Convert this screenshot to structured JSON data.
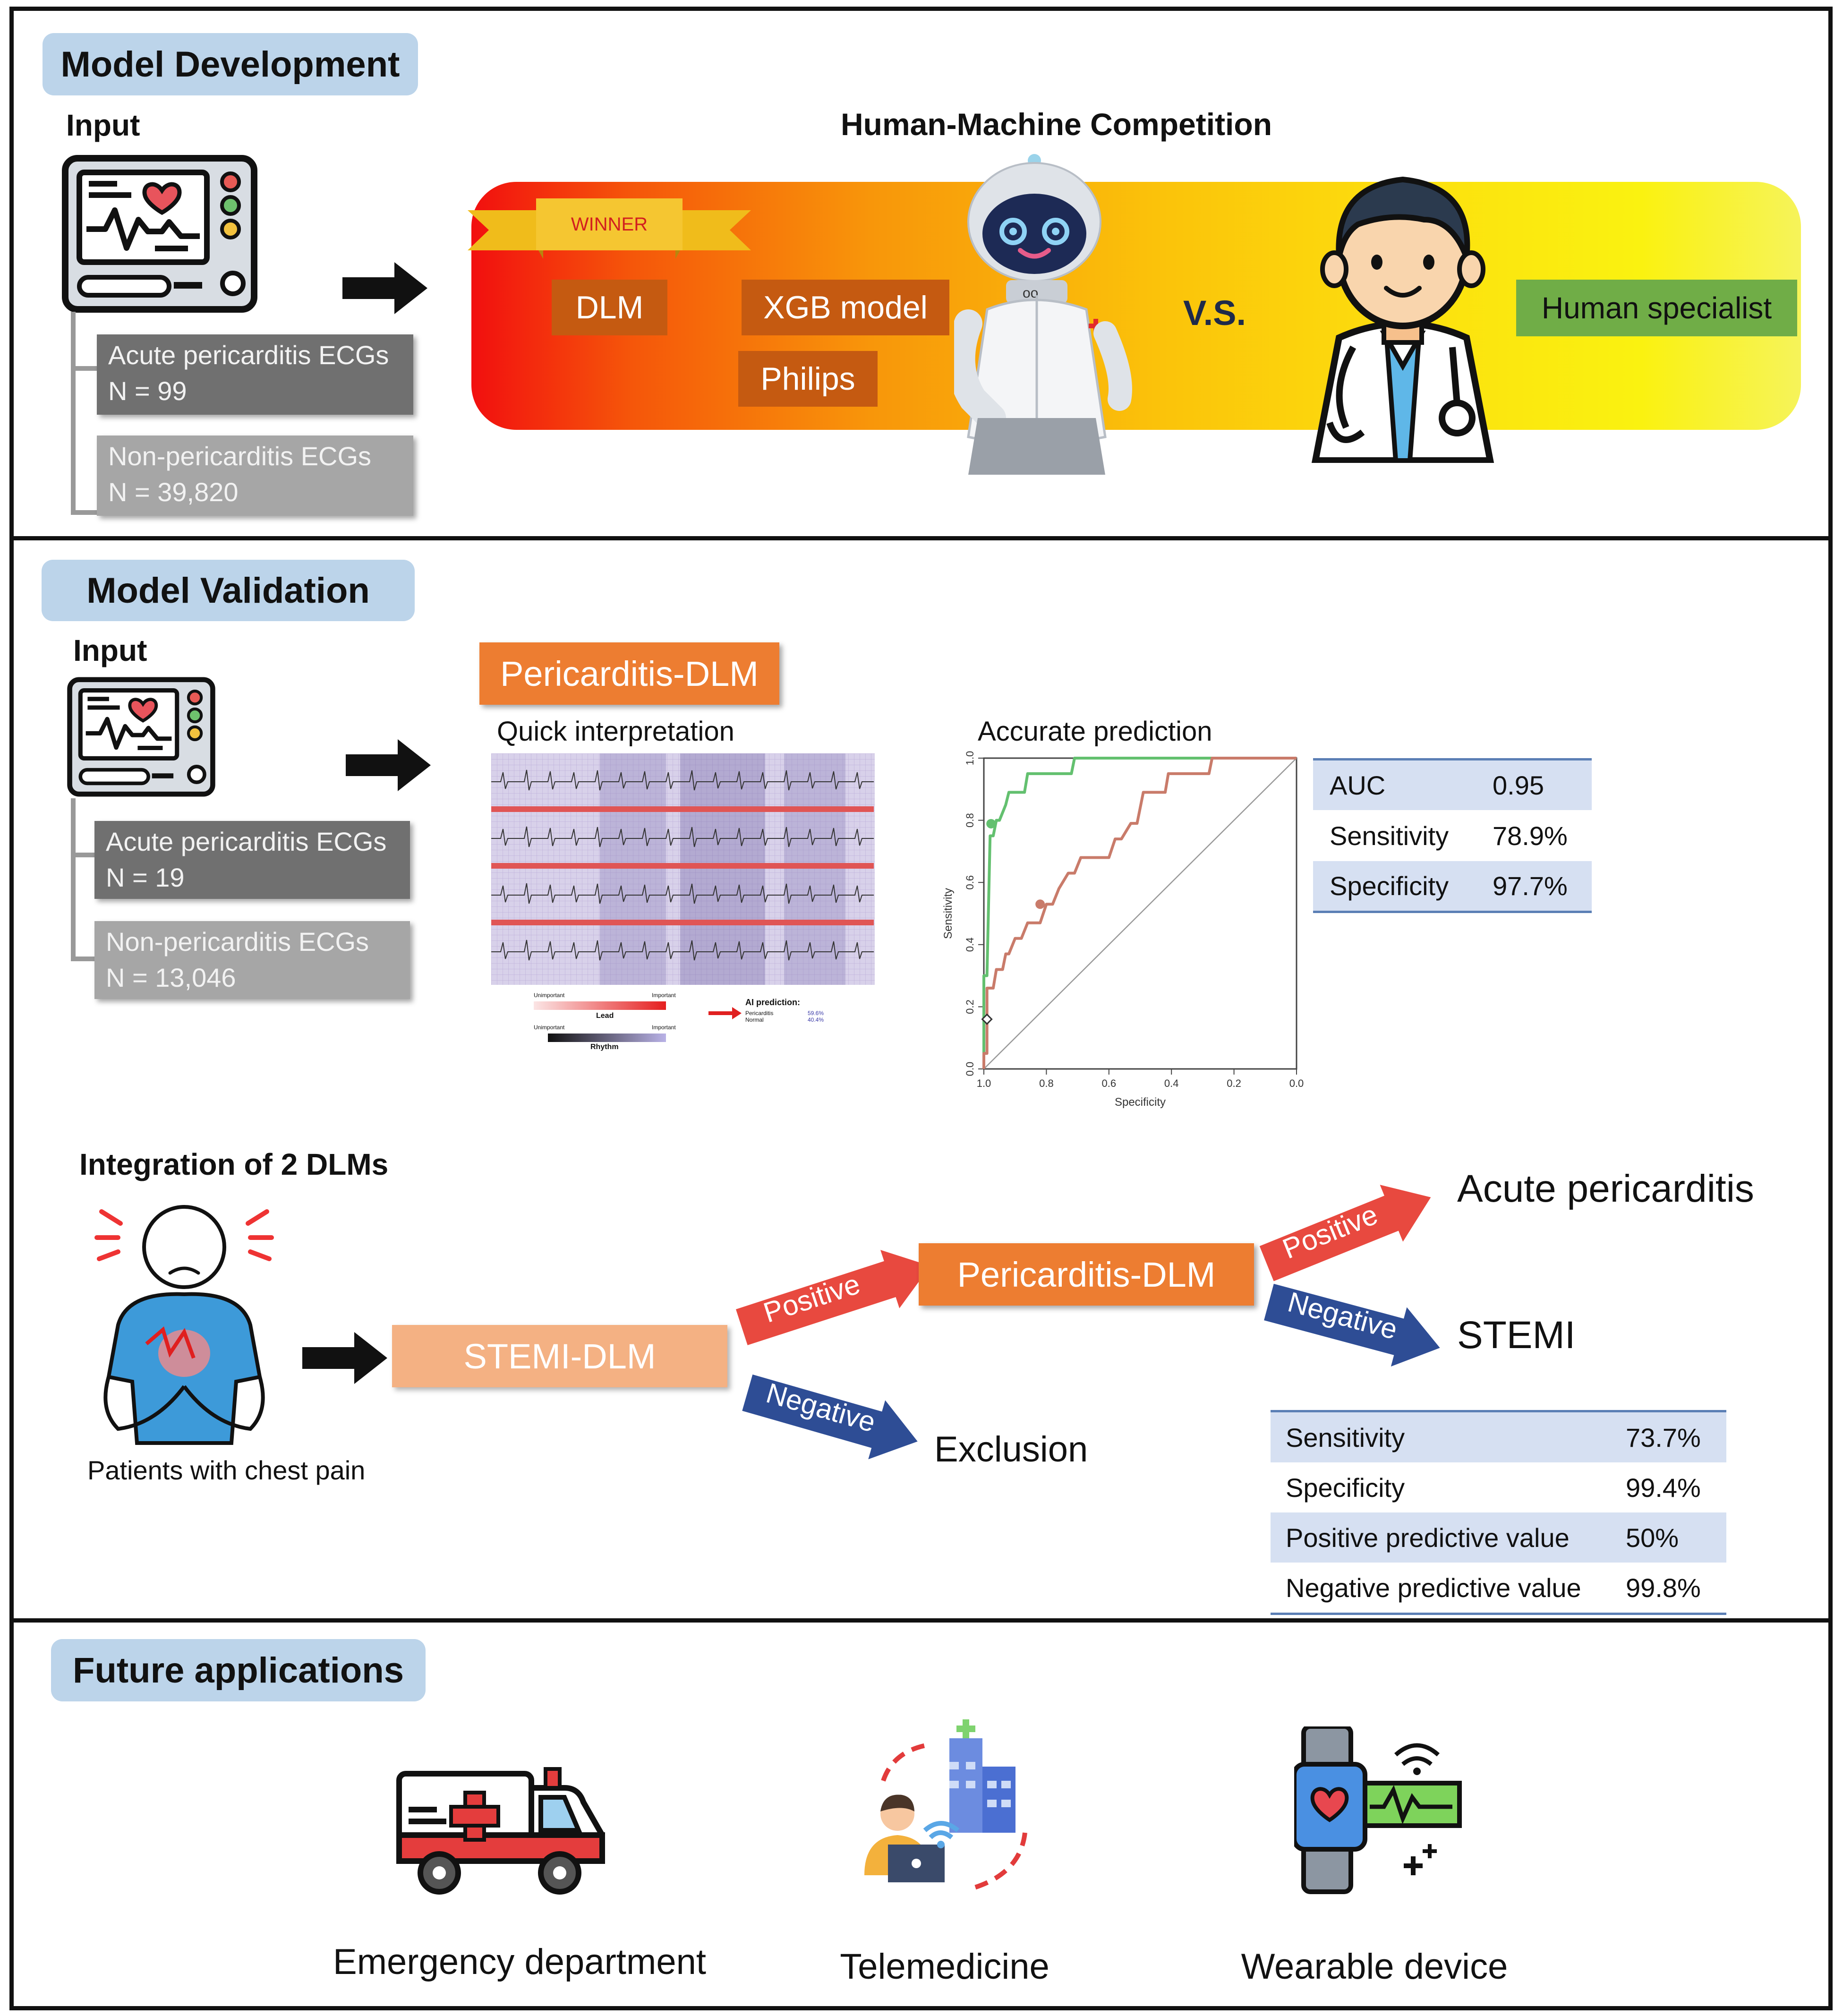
{
  "development": {
    "title": "Model Development",
    "input_label": "Input",
    "competition_title": "Human-Machine Competition",
    "acute_box": {
      "line1": "Acute pericarditis ECGs",
      "line2": "N = 99"
    },
    "non_box": {
      "line1": "Non-pericarditis ECGs",
      "line2": "N = 39,820"
    },
    "winner": "WINNER",
    "dlm": "DLM",
    "xgb": "XGB model",
    "philips": "Philips",
    "vs": "V.S.",
    "human": "Human specialist"
  },
  "validation": {
    "title": "Model Validation",
    "input_label": "Input",
    "acute_box": {
      "line1": "Acute pericarditis ECGs",
      "line2": "N = 19"
    },
    "non_box": {
      "line1": "Non-pericarditis ECGs",
      "line2": "N = 13,046"
    },
    "model_label": "Pericarditis-DLM",
    "quick_label": "Quick interpretation",
    "accurate_label": "Accurate prediction",
    "legend": {
      "unimportant": "Unimportant",
      "important": "Important",
      "lead": "Lead",
      "rhythm": "Rhythm",
      "ai_prediction": "AI prediction:",
      "pericarditis": "Pericarditis",
      "normal": "Normal",
      "pericarditis_value": "59.6%",
      "normal_value": "40.4%"
    },
    "metrics": [
      {
        "name": "AUC",
        "value": "0.95"
      },
      {
        "name": "Sensitivity",
        "value": "78.9%"
      },
      {
        "name": "Specificity",
        "value": "97.7%"
      }
    ]
  },
  "chart_data": {
    "type": "line",
    "title": "",
    "xlabel": "Specificity",
    "ylabel": "Sensitivity",
    "xlim": [
      1.0,
      0.0
    ],
    "ylim": [
      0.0,
      1.0
    ],
    "x_ticks": [
      "1.0",
      "0.8",
      "0.6",
      "0.4",
      "0.2",
      "0.0"
    ],
    "y_ticks": [
      "0.0",
      "0.2",
      "0.4",
      "0.6",
      "0.8",
      "1.0"
    ],
    "grid": false,
    "reference_line": [
      [
        1.0,
        0.0
      ],
      [
        0.0,
        1.0
      ]
    ],
    "series": [
      {
        "color": "#63c06f",
        "x": [
          1.0,
          1.0,
          0.99,
          0.98,
          0.97,
          0.96,
          0.95,
          0.93,
          0.92,
          0.87,
          0.86,
          0.72,
          0.71,
          0.0
        ],
        "y": [
          0.0,
          0.3,
          0.3,
          0.75,
          0.75,
          0.8,
          0.8,
          0.85,
          0.89,
          0.89,
          0.95,
          0.95,
          1.0,
          1.0
        ],
        "marker": {
          "x": 0.977,
          "y": 0.789
        }
      },
      {
        "color": "#c97b6a",
        "x": [
          1.0,
          1.0,
          0.99,
          0.99,
          0.97,
          0.96,
          0.94,
          0.93,
          0.92,
          0.9,
          0.88,
          0.86,
          0.82,
          0.8,
          0.78,
          0.76,
          0.73,
          0.71,
          0.69,
          0.6,
          0.58,
          0.56,
          0.53,
          0.51,
          0.5,
          0.49,
          0.42,
          0.41,
          0.28,
          0.27,
          0.0
        ],
        "y": [
          0.0,
          0.05,
          0.05,
          0.26,
          0.26,
          0.32,
          0.32,
          0.37,
          0.37,
          0.42,
          0.42,
          0.47,
          0.47,
          0.53,
          0.53,
          0.58,
          0.63,
          0.63,
          0.68,
          0.68,
          0.74,
          0.74,
          0.79,
          0.79,
          0.84,
          0.89,
          0.89,
          0.95,
          0.95,
          1.0,
          1.0
        ],
        "marker": {
          "x": 0.82,
          "y": 0.53
        }
      }
    ],
    "threshold_point": {
      "x": 0.99,
      "y": 0.16
    }
  },
  "integration": {
    "title": "Integration of 2 DLMs",
    "patients": "Patients with chest pain",
    "stemi_dlm": "STEMI-DLM",
    "pericarditis_dlm": "Pericarditis-DLM",
    "positive": "Positive",
    "negative": "Negative",
    "acute": "Acute pericarditis",
    "stemi": "STEMI",
    "exclusion": "Exclusion",
    "metrics": [
      {
        "name": "Sensitivity",
        "value": "73.7%"
      },
      {
        "name": "Specificity",
        "value": "99.4%"
      },
      {
        "name": "Positive predictive value",
        "value": "50%"
      },
      {
        "name": "Negative predictive value",
        "value": "99.8%"
      }
    ]
  },
  "future": {
    "title": "Future applications",
    "emergency": "Emergency department",
    "telemedicine": "Telemedicine",
    "wearable": "Wearable device"
  },
  "colors": {
    "title_bg": "#bcd4ea",
    "brown": "#c55a11",
    "orange": "#ed7d31",
    "stemi_box": "#f4b183",
    "green_label": "#70ad47",
    "positive_arrow": "#e8493f",
    "negative_arrow": "#2e4d95"
  }
}
